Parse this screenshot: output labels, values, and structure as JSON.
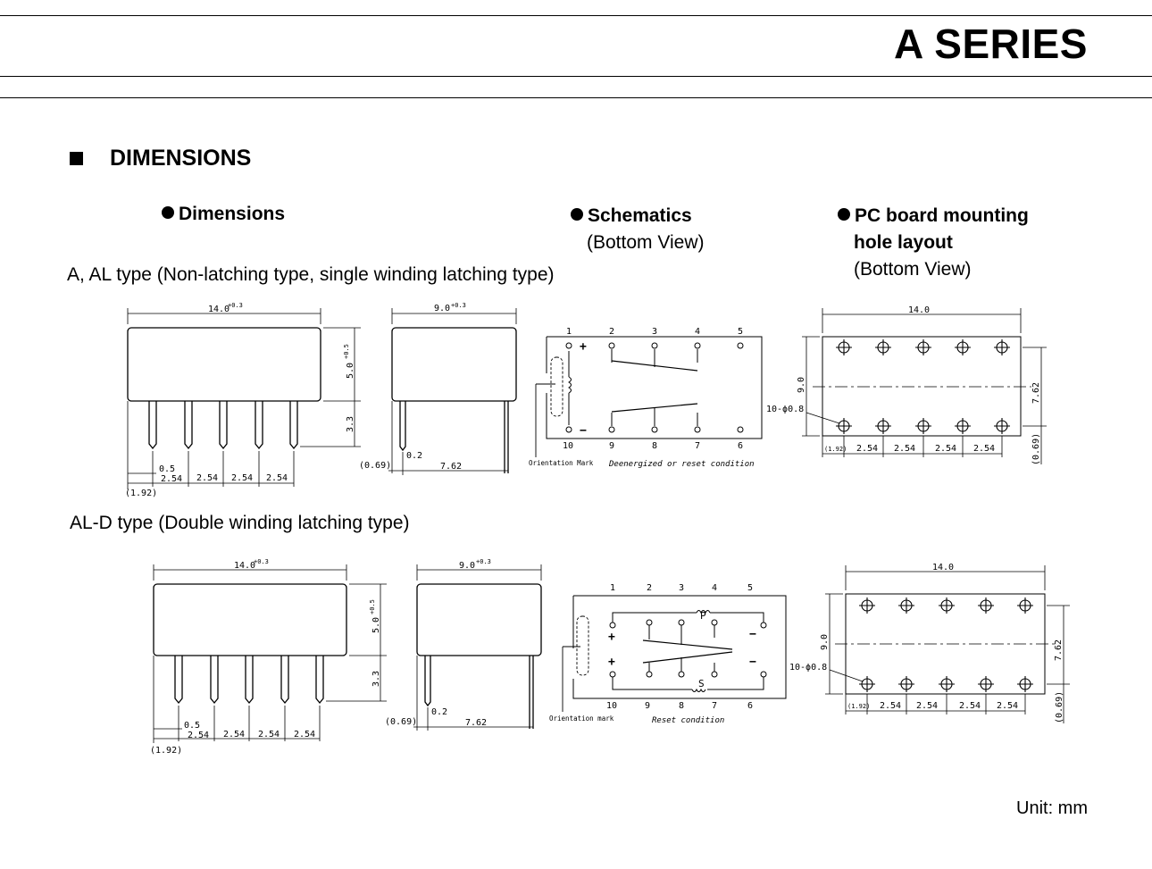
{
  "header": {
    "title": "A SERIES"
  },
  "section": {
    "title": "DIMENSIONS"
  },
  "columns": {
    "dimensions": "Dimensions",
    "schematics": "Schematics",
    "schematics_view": "(Bottom View)",
    "pcb_line1": "PC board mounting",
    "pcb_line2": "hole layout",
    "pcb_view": "(Bottom View)"
  },
  "types": {
    "a_al": "A, AL type (Non-latching type, single winding latching type)",
    "al_d": "AL-D type (Double winding latching type)"
  },
  "drawing_labels": {
    "length": "14.0",
    "length_tol": "+0.3",
    "width": "9.0",
    "width_tol": "+0.3",
    "height": "5.0",
    "height_tol": "+0.5",
    "pin_length": "3.3",
    "pin_width": "0.5",
    "pin_thick": "0.2",
    "pitch": "2.54",
    "offset": "(1.92)",
    "side_offset": "(0.69)",
    "row_spacing": "7.62",
    "pcb_length": "14.0",
    "pcb_width": "9.0",
    "holes": "10-ϕ0.8",
    "pcb_offset": "(1.92)",
    "pcb_side": "(0.69)"
  },
  "schematic1": {
    "top_pins": [
      "1",
      "2",
      "3",
      "4",
      "5"
    ],
    "bottom_pins": [
      "10",
      "9",
      "8",
      "7",
      "6"
    ],
    "plus": "+",
    "minus": "−",
    "orientation": "Orientation Mark",
    "caption": "Deenergized or reset condition"
  },
  "schematic2": {
    "top_pins": [
      "1",
      "2",
      "3",
      "4",
      "5"
    ],
    "bottom_pins": [
      "10",
      "9",
      "8",
      "7",
      "6"
    ],
    "p_label": "P",
    "s_label": "S",
    "plus": "+",
    "minus": "−",
    "orientation": "Orientation mark",
    "caption": "Reset condition"
  },
  "footer": {
    "unit": "Unit: mm"
  }
}
